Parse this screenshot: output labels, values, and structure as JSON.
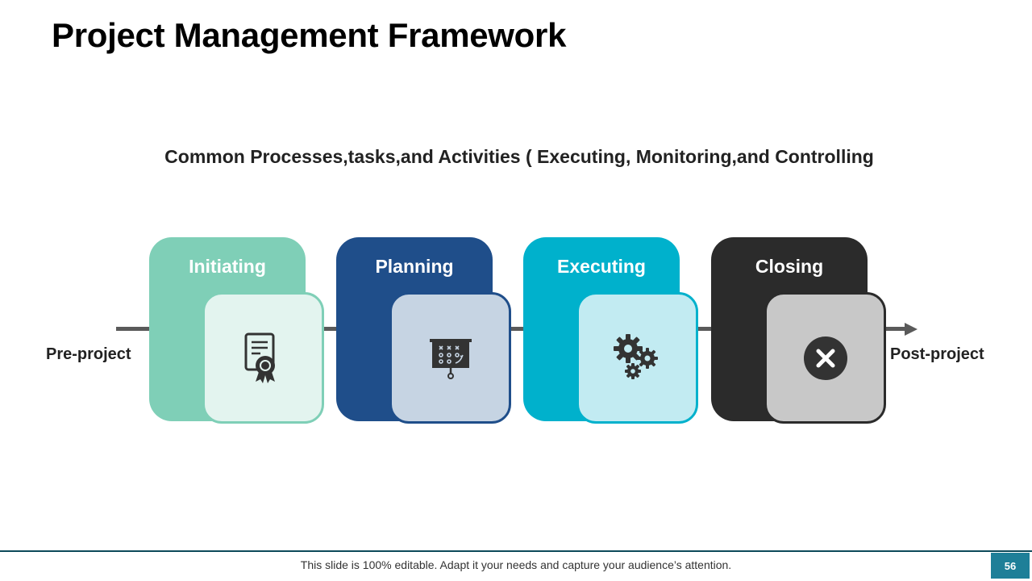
{
  "slide": {
    "title": "Project Management Framework",
    "subtitle": "Common Processes,tasks,and Activities ( Executing,  Monitoring,and Controlling",
    "left_label": "Pre-project",
    "right_label": "Post-project",
    "footer_text": "This slide is 100% editable. Adapt it your needs and capture your audience’s attention.",
    "page_number": "56"
  },
  "stages": [
    {
      "label": "Initiating",
      "icon": "certificate-icon",
      "color": "#7fcfb7",
      "front_color": "#e3f4ef",
      "border_color": "#7fcfb7"
    },
    {
      "label": "Planning",
      "icon": "presentation-board-icon",
      "color": "#1f4e8a",
      "front_color": "#c6d4e3",
      "border_color": "#1f4e8a"
    },
    {
      "label": "Executing",
      "icon": "gears-icon",
      "color": "#00b1cc",
      "front_color": "#c2ebf2",
      "border_color": "#00b1cc"
    },
    {
      "label": "Closing",
      "icon": "close-circle-icon",
      "color": "#2b2b2b",
      "front_color": "#c8c8c8",
      "border_color": "#2b2b2b"
    }
  ]
}
